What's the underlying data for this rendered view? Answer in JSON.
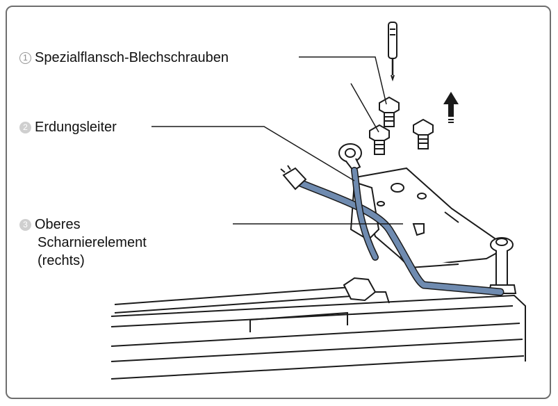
{
  "callouts": [
    {
      "number": "1",
      "text": "Spezialflansch-Blechschrauben"
    },
    {
      "number": "2",
      "text": "Erdungsleiter"
    },
    {
      "number": "3",
      "line1": "Oberes",
      "line2": "Scharnierelement",
      "line3": "(rechts)"
    }
  ],
  "colors": {
    "frame": "#6e6e6e",
    "line_art": "#1a1a1a",
    "ground_wire": "#6f8bb0",
    "callout_badge": "#cfcfcf"
  },
  "icons": [
    "screwdriver-icon",
    "arrow-up-icon",
    "screw-icon"
  ]
}
